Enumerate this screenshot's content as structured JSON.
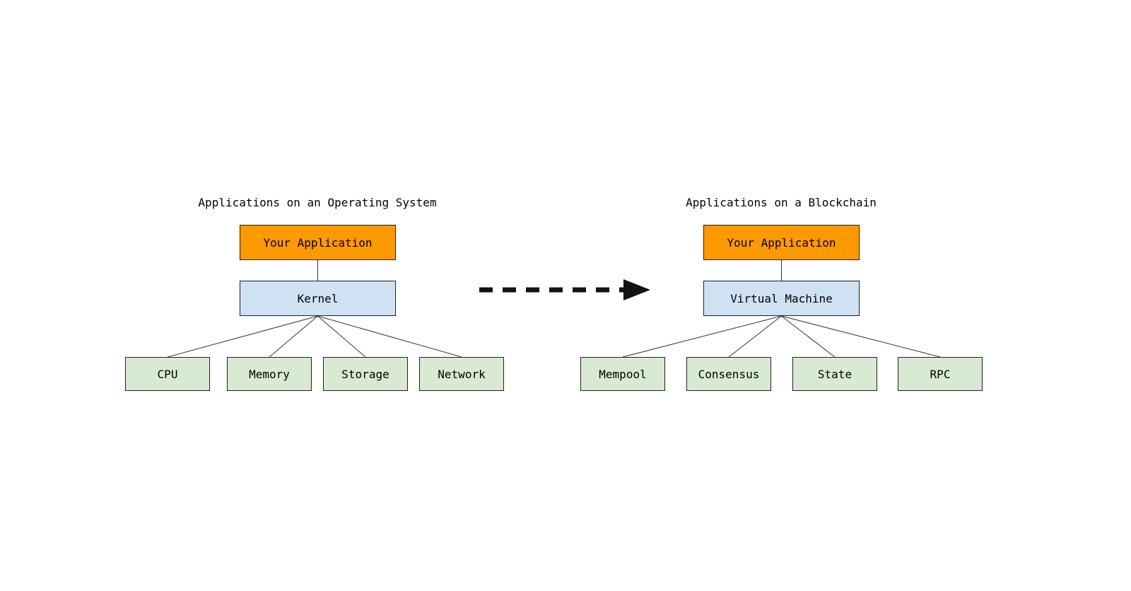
{
  "colors": {
    "background": "#ffffff",
    "app_box_fill": "#ff9900",
    "middle_box_fill": "#cfe2f3",
    "child_box_fill": "#d9ead3",
    "box_border": "#1f1f1f",
    "connector": "#333333",
    "arrow": "#111111"
  },
  "left_diagram": {
    "title": "Applications on an Operating System",
    "app_box": "Your Application",
    "middle_box": "Kernel",
    "children": [
      "CPU",
      "Memory",
      "Storage",
      "Network"
    ]
  },
  "right_diagram": {
    "title": "Applications on a Blockchain",
    "app_box": "Your Application",
    "middle_box": "Virtual Machine",
    "children": [
      "Mempool",
      "Consensus",
      "State",
      "RPC"
    ]
  },
  "arrow": {
    "icon": "dashed-right-arrow",
    "direction": "right"
  }
}
